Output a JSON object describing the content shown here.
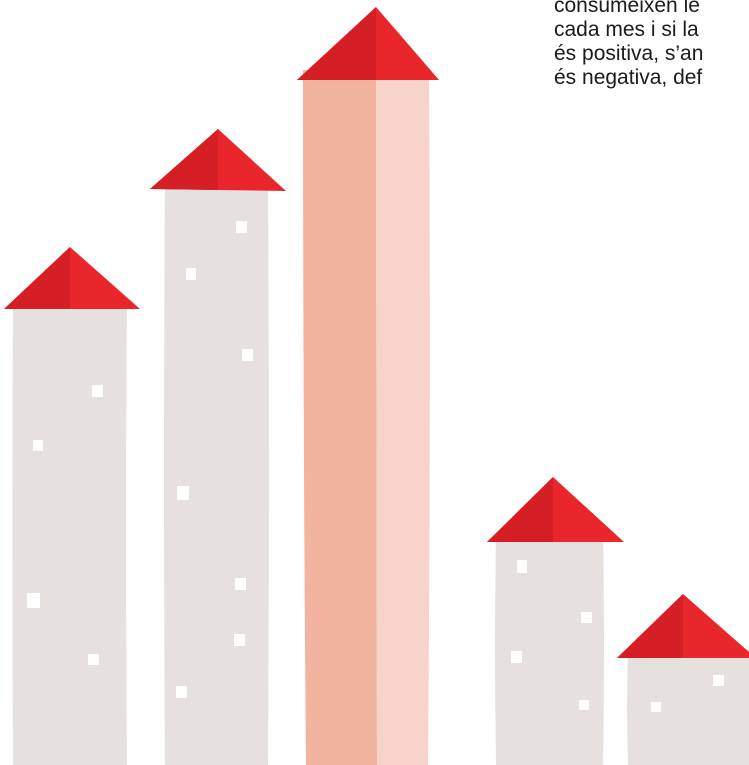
{
  "text": {
    "lines": [
      "consumeixen le",
      "cada mes i si la",
      "és positiva, s’an",
      "és negativa, def"
    ]
  },
  "illustration": {
    "icon": "towers-illustration",
    "colors": {
      "roof": "#e8262b",
      "roof_shade": "#c81d22",
      "tower": "#e6e1df",
      "window": "#ffffff",
      "highlight_tower_left": "#f3b49f",
      "highlight_tower_right": "#f7d3c9"
    }
  }
}
